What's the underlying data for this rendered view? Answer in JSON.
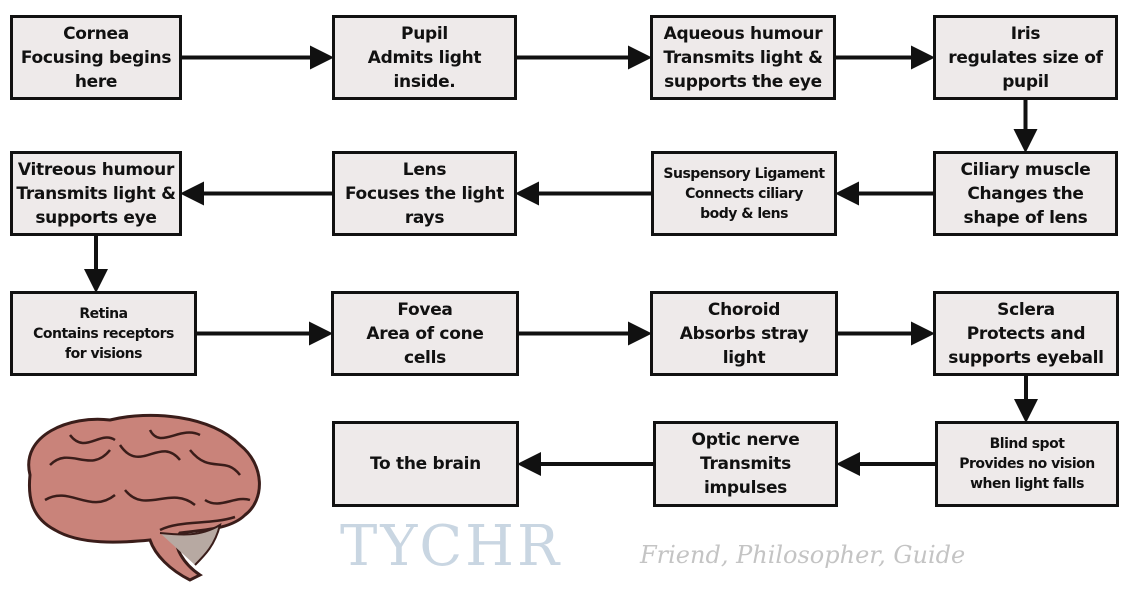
{
  "diagram": {
    "watermark": {
      "title": "TYCHR",
      "tagline": "Friend, Philosopher, Guide"
    },
    "nodes": [
      {
        "id": "cornea",
        "lines": [
          "Cornea",
          "Focusing begins",
          "here"
        ]
      },
      {
        "id": "pupil",
        "lines": [
          "Pupil",
          "Admits light",
          "inside."
        ]
      },
      {
        "id": "aqueous-humour",
        "lines": [
          "Aqueous humour",
          "Transmits light &",
          "supports the eye"
        ]
      },
      {
        "id": "iris",
        "lines": [
          "Iris",
          "regulates size of",
          "pupil"
        ]
      },
      {
        "id": "ciliary-muscle",
        "lines": [
          "Ciliary muscle",
          "Changes the",
          "shape of lens"
        ]
      },
      {
        "id": "suspensory-ligament",
        "lines": [
          "Suspensory Ligament",
          "Connects ciliary",
          "body & lens"
        ]
      },
      {
        "id": "lens",
        "lines": [
          "Lens",
          "Focuses the light",
          "rays"
        ]
      },
      {
        "id": "vitreous-humour",
        "lines": [
          "Vitreous humour",
          "Transmits light &",
          "supports eye"
        ]
      },
      {
        "id": "retina",
        "lines": [
          "Retina",
          "Contains receptors",
          "for visions"
        ]
      },
      {
        "id": "fovea",
        "lines": [
          "Fovea",
          "Area of cone",
          "cells"
        ]
      },
      {
        "id": "choroid",
        "lines": [
          "Choroid",
          "Absorbs stray",
          "light"
        ]
      },
      {
        "id": "sclera",
        "lines": [
          "Sclera",
          "Protects and",
          "supports eyeball"
        ]
      },
      {
        "id": "blind-spot",
        "lines": [
          "Blind spot",
          "Provides no vision",
          "when light falls"
        ]
      },
      {
        "id": "optic-nerve",
        "lines": [
          "Optic nerve",
          "Transmits",
          "impulses"
        ]
      },
      {
        "id": "to-the-brain",
        "lines": [
          "To the brain"
        ]
      }
    ],
    "edges": [
      [
        "cornea",
        "pupil"
      ],
      [
        "pupil",
        "aqueous-humour"
      ],
      [
        "aqueous-humour",
        "iris"
      ],
      [
        "iris",
        "ciliary-muscle"
      ],
      [
        "ciliary-muscle",
        "suspensory-ligament"
      ],
      [
        "suspensory-ligament",
        "lens"
      ],
      [
        "lens",
        "vitreous-humour"
      ],
      [
        "vitreous-humour",
        "retina"
      ],
      [
        "retina",
        "fovea"
      ],
      [
        "fovea",
        "choroid"
      ],
      [
        "choroid",
        "sclera"
      ],
      [
        "sclera",
        "blind-spot"
      ],
      [
        "blind-spot",
        "optic-nerve"
      ],
      [
        "optic-nerve",
        "to-the-brain"
      ]
    ],
    "illustration": "brain",
    "colors": {
      "box_fill": "#eeeaea",
      "border": "#111111",
      "brain": "#c9837a"
    }
  }
}
